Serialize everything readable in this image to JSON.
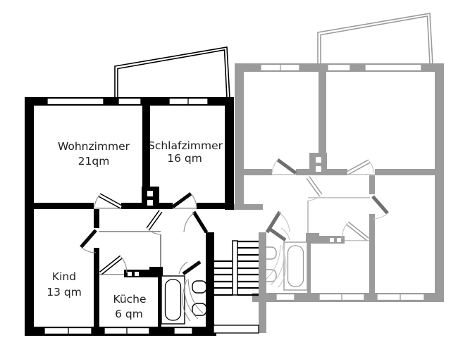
{
  "floorplan": {
    "title": "apartment-floor-plan",
    "background": "#ffffff",
    "left_unit": {
      "style": "active",
      "color": "#000000",
      "rooms": [
        {
          "name": "Wohnzimmer",
          "area": "21qm"
        },
        {
          "name": "Schlafzimmer",
          "area": "16 qm"
        },
        {
          "name": "Kind",
          "area": "13 qm"
        },
        {
          "name": "Küche",
          "area": "6 qm"
        }
      ]
    },
    "right_unit": {
      "style": "inactive-mirrored",
      "color": "#9b9b9b",
      "rooms": []
    },
    "shared": {
      "features": [
        "staircase",
        "entrance-landing",
        "building-entry-door"
      ]
    }
  }
}
